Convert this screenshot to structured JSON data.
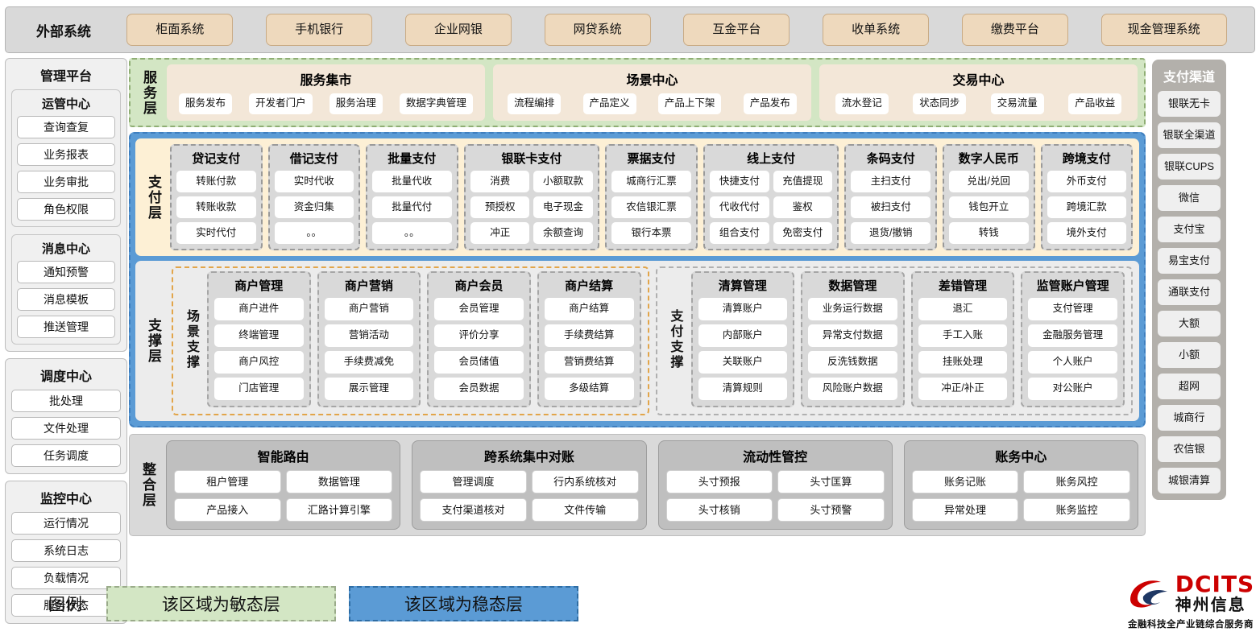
{
  "topbar": {
    "title": "外部系统",
    "items": [
      "柜面系统",
      "手机银行",
      "企业网银",
      "网贷系统",
      "互金平台",
      "收单系统",
      "缴费平台",
      "现金管理系统"
    ]
  },
  "left_sidebar": {
    "title": "管理平台",
    "groups": [
      {
        "title": "运管中心",
        "items": [
          "查询查复",
          "业务报表",
          "业务审批",
          "角色权限"
        ]
      },
      {
        "title": "消息中心",
        "items": [
          "通知预警",
          "消息模板",
          "推送管理"
        ]
      }
    ],
    "standalone_groups": [
      {
        "title": "调度中心",
        "items": [
          "批处理",
          "文件处理",
          "任务调度"
        ]
      },
      {
        "title": "监控中心",
        "items": [
          "运行情况",
          "系统日志",
          "负载情况",
          "服务状态"
        ]
      }
    ]
  },
  "service_layer": {
    "label": "服务层",
    "cards": [
      {
        "title": "服务集市",
        "items": [
          "服务发布",
          "开发者门户",
          "服务治理",
          "数据字典管理"
        ]
      },
      {
        "title": "场景中心",
        "items": [
          "流程编排",
          "产品定义",
          "产品上下架",
          "产品发布"
        ]
      },
      {
        "title": "交易中心",
        "items": [
          "流水登记",
          "状态同步",
          "交易流量",
          "产品收益"
        ]
      }
    ]
  },
  "payment_layer": {
    "label": "支付层",
    "groups": [
      {
        "title": "贷记支付",
        "cols": 1,
        "items": [
          "转账付款",
          "转账收款",
          "实时代付"
        ]
      },
      {
        "title": "借记支付",
        "cols": 1,
        "items": [
          "实时代收",
          "资金归集",
          "。。"
        ]
      },
      {
        "title": "批量支付",
        "cols": 1,
        "items": [
          "批量代收",
          "批量代付",
          "。。"
        ]
      },
      {
        "title": "银联卡支付",
        "cols": 2,
        "items": [
          "消费",
          "小额取款",
          "预授权",
          "电子现金",
          "冲正",
          "余额查询"
        ]
      },
      {
        "title": "票据支付",
        "cols": 1,
        "items": [
          "城商行汇票",
          "农信银汇票",
          "银行本票"
        ]
      },
      {
        "title": "线上支付",
        "cols": 2,
        "items": [
          "快捷支付",
          "充值提现",
          "代收代付",
          "鉴权",
          "组合支付",
          "免密支付"
        ]
      },
      {
        "title": "条码支付",
        "cols": 1,
        "items": [
          "主扫支付",
          "被扫支付",
          "退货/撤销"
        ]
      },
      {
        "title": "数字人民币",
        "cols": 1,
        "items": [
          "兑出/兑回",
          "钱包开立",
          "转钱"
        ]
      },
      {
        "title": "跨境支付",
        "cols": 1,
        "items": [
          "外币支付",
          "跨境汇款",
          "境外支付"
        ]
      }
    ]
  },
  "support_layer": {
    "label": "支撑层",
    "scene": {
      "label": "场景支撑",
      "cards": [
        {
          "title": "商户管理",
          "items": [
            "商户进件",
            "终端管理",
            "商户风控",
            "门店管理"
          ]
        },
        {
          "title": "商户营销",
          "items": [
            "商户营销",
            "营销活动",
            "手续费减免",
            "展示管理"
          ]
        },
        {
          "title": "商户会员",
          "items": [
            "会员管理",
            "评价分享",
            "会员储值",
            "会员数据"
          ]
        },
        {
          "title": "商户结算",
          "items": [
            "商户结算",
            "手续费结算",
            "营销费结算",
            "多级结算"
          ]
        }
      ]
    },
    "paysup": {
      "label": "支付支撑",
      "cards": [
        {
          "title": "清算管理",
          "items": [
            "清算账户",
            "内部账户",
            "关联账户",
            "清算规则"
          ]
        },
        {
          "title": "数据管理",
          "items": [
            "业务运行数据",
            "异常支付数据",
            "反洗钱数据",
            "风险账户数据"
          ]
        },
        {
          "title": "差错管理",
          "items": [
            "退汇",
            "手工入账",
            "挂账处理",
            "冲正/补正"
          ]
        },
        {
          "title": "监管账户管理",
          "items": [
            "支付管理",
            "金融服务管理",
            "个人账户",
            "对公账户"
          ]
        }
      ]
    }
  },
  "integration_layer": {
    "label": "整合层",
    "cards": [
      {
        "title": "智能路由",
        "items": [
          "租户管理",
          "数据管理",
          "产品接入",
          "汇路计算引擎"
        ]
      },
      {
        "title": "跨系统集中对账",
        "items": [
          "管理调度",
          "行内系统核对",
          "支付渠道核对",
          "文件传输"
        ]
      },
      {
        "title": "流动性管控",
        "items": [
          "头寸预报",
          "头寸匡算",
          "头寸核销",
          "头寸预警"
        ]
      },
      {
        "title": "账务中心",
        "items": [
          "账务记账",
          "账务风控",
          "异常处理",
          "账务监控"
        ]
      }
    ]
  },
  "right_sidebar": {
    "title": "支付渠道",
    "items": [
      "银联无卡",
      "银联全渠道",
      "银联CUPS",
      "微信",
      "支付宝",
      "易宝支付",
      "通联支付",
      "大额",
      "小额",
      "超网",
      "城商行",
      "农信银",
      "城银清算"
    ]
  },
  "legend": {
    "label": "图例:",
    "agile": "该区域为敏态层",
    "stable": "该区域为稳态层"
  },
  "logo": {
    "name_en": "DCITS",
    "name_cn": "神州信息",
    "tagline": "金融科技全产业链综合服务商"
  },
  "colors": {
    "agile_bg": "#d3e6c4",
    "stable_bg": "#5b9bd5",
    "payment_bg": "#fdf0d5",
    "external_chip": "#eed9bd",
    "brand_red": "#cc0000"
  }
}
